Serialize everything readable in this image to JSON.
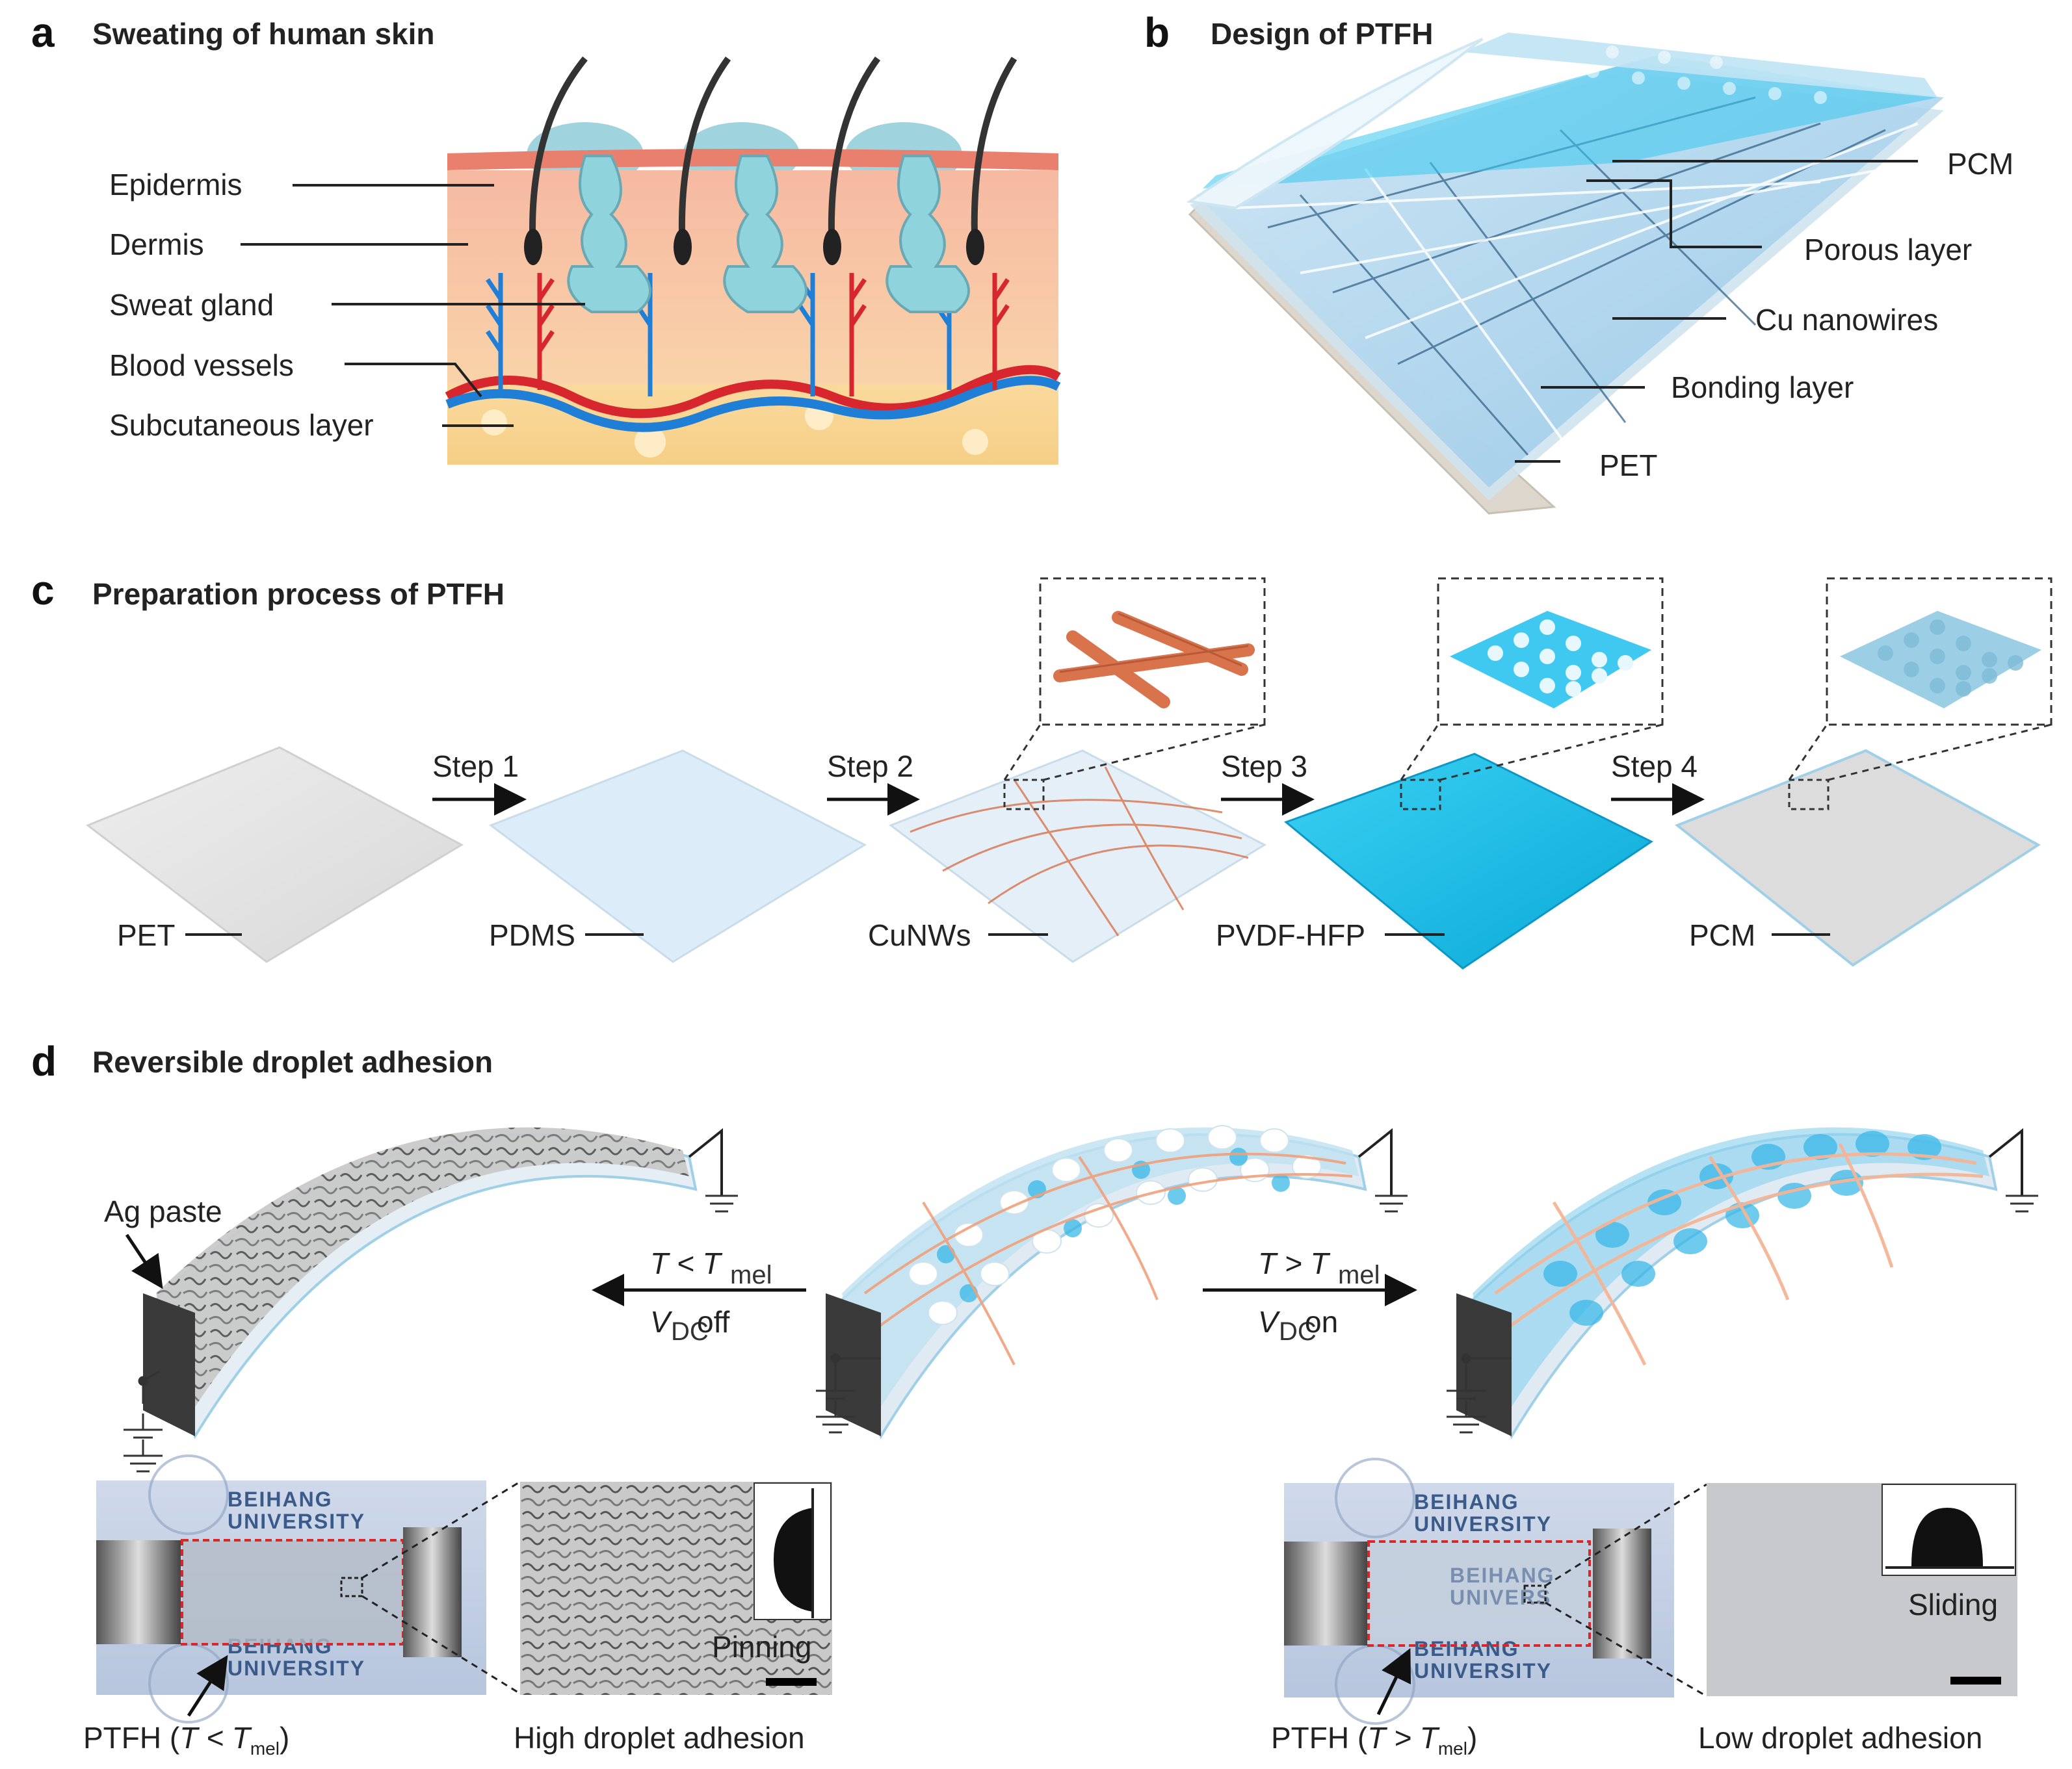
{
  "panels": {
    "a": {
      "letter": "a",
      "title": "Sweating of  human skin",
      "labels": [
        "Epidermis",
        "Dermis",
        "Sweat gland",
        "Blood vessels",
        "Subcutaneous layer"
      ]
    },
    "b": {
      "letter": "b",
      "title": "Design of PTFH",
      "labels": [
        "PCM",
        "Porous layer",
        "Cu nanowires",
        "Bonding layer",
        "PET"
      ]
    },
    "c": {
      "letter": "c",
      "title": "Preparation process of PTFH",
      "steps": [
        "Step 1",
        "Step 2",
        "Step 3",
        "Step 4"
      ],
      "layers": [
        "PET",
        "PDMS",
        "CuNWs",
        "PVDF-HFP",
        "PCM"
      ]
    },
    "d": {
      "letter": "d",
      "title": "Reversible droplet adhesion",
      "ag_paste": "Ag paste",
      "left_cond_T": "T < T",
      "left_cond_sub": "mel",
      "left_cond_V": "V",
      "left_cond_V_sub": "DC",
      "left_cond_V_state": " off",
      "right_cond_T": "T > T",
      "right_cond_sub": "mel",
      "right_cond_V": "V",
      "right_cond_V_sub": "DC",
      "right_cond_V_state": " on",
      "photo_text_top": [
        "BEIHANG",
        "UNIVERSITY"
      ],
      "photo_text_bottom": [
        "BEIHANG",
        "UNIVERSITY"
      ],
      "photo_text_mid": [
        "BEIHANG",
        "UNIVERS"
      ],
      "pinning": "Pinning",
      "sliding": "Sliding",
      "ptfh_left": "PTFH (",
      "ptfh_left_T": "T < T",
      "ptfh_left_sub": "mel",
      "ptfh_left_close": ")",
      "ptfh_right": "PTFH (",
      "ptfh_right_T": "T  >  T",
      "ptfh_right_sub": "mel",
      "ptfh_right_close": ")",
      "high_adhesion": "High droplet adhesion",
      "low_adhesion": "Low droplet adhesion"
    }
  },
  "colors": {
    "epidermis": "#e9806e",
    "dermis": "#f6c1a4",
    "subcutaneous": "#fbd99a",
    "vein": "#1f7fd6",
    "artery": "#d7262e",
    "gland": "#8fd4dd",
    "pvdf": "#22c3ea",
    "copper": "#d8734c"
  }
}
